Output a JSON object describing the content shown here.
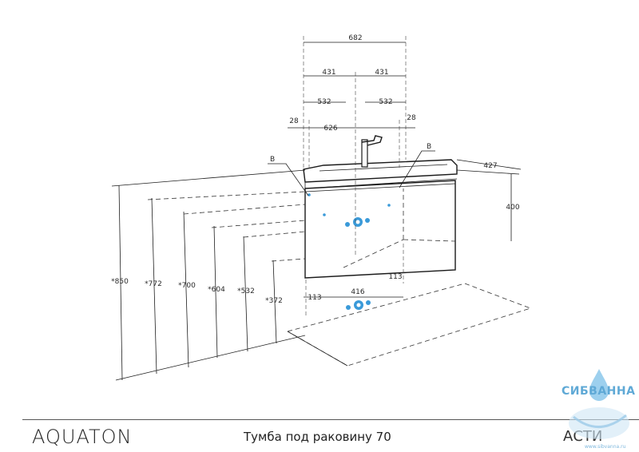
{
  "diagram": {
    "top_dims": [
      "682",
      "431",
      "431",
      "532",
      "532",
      "28",
      "626",
      "28"
    ],
    "depth_dim": "427",
    "height_dim": "400",
    "labels_b": [
      "B",
      "B"
    ],
    "vertical_dims": [
      "*850",
      "*772",
      "*700",
      "*604",
      "*532",
      "*372"
    ],
    "bottom_dims": [
      "113",
      "416",
      "113"
    ],
    "connector_colors": {
      "accent": "#3a9ad9"
    }
  },
  "footer": {
    "brand": "AQUATON",
    "product": "Тумба под раковину 70",
    "series": "АСТИ"
  },
  "watermark": {
    "name": "СИБВАННА",
    "url": "www.sibvanna.ru"
  }
}
